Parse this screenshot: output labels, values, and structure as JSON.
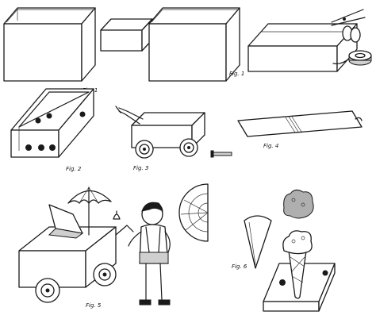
{
  "figures": {
    "fig1a": {
      "label": "Fig. 1"
    },
    "fig1b": {
      "label": "Fig. 1"
    },
    "fig2": {
      "label": "Fig. 2"
    },
    "fig3": {
      "label": "Fig. 3"
    },
    "fig4": {
      "label": "Fig. 4"
    },
    "fig5": {
      "label": "Fig. 5"
    },
    "fig6": {
      "label": "Fig. 6"
    }
  }
}
